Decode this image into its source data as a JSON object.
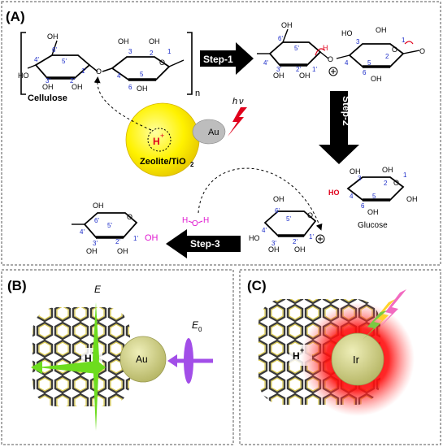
{
  "panels": {
    "a": {
      "label": "(A)"
    },
    "b": {
      "label": "(B)"
    },
    "c": {
      "label": "(C)"
    }
  },
  "steps": {
    "step1": "Step-1",
    "step2": "Step-2",
    "step3": "Step-3"
  },
  "molecules": {
    "cellulose": "Cellulose",
    "glucose": "Glucose",
    "repeat_n": "n"
  },
  "catalyst": {
    "support": "Zeolite/TiO",
    "support_sub": "2",
    "metal_au": "Au",
    "metal_ir": "Ir",
    "proton": "H",
    "proton_sup": "+",
    "hv_h": "h",
    "hv_nu": "ν"
  },
  "water": {
    "h1": "H",
    "o": "O",
    "h2": "H"
  },
  "field": {
    "e": "E",
    "e0": "E",
    "e0_sub": "0"
  },
  "atoms": {
    "oh": "OH",
    "ho": "HO",
    "o": "O",
    "h": "H",
    "plus": "⊕"
  },
  "ring_numbers": [
    "1",
    "2",
    "3",
    "4",
    "5",
    "6",
    "1'",
    "2'",
    "3'",
    "4'",
    "5'",
    "6'"
  ],
  "colors": {
    "ring_number": "#1b2cc8",
    "proton": "#e0001b",
    "water": "#e01ad0",
    "catalyst_ball": "#ffec00",
    "au_ball": "#d8d890",
    "ir_glow": "#ff0a0a",
    "e_field": "#6ddc1e",
    "e0_field": "#a24ee8"
  }
}
